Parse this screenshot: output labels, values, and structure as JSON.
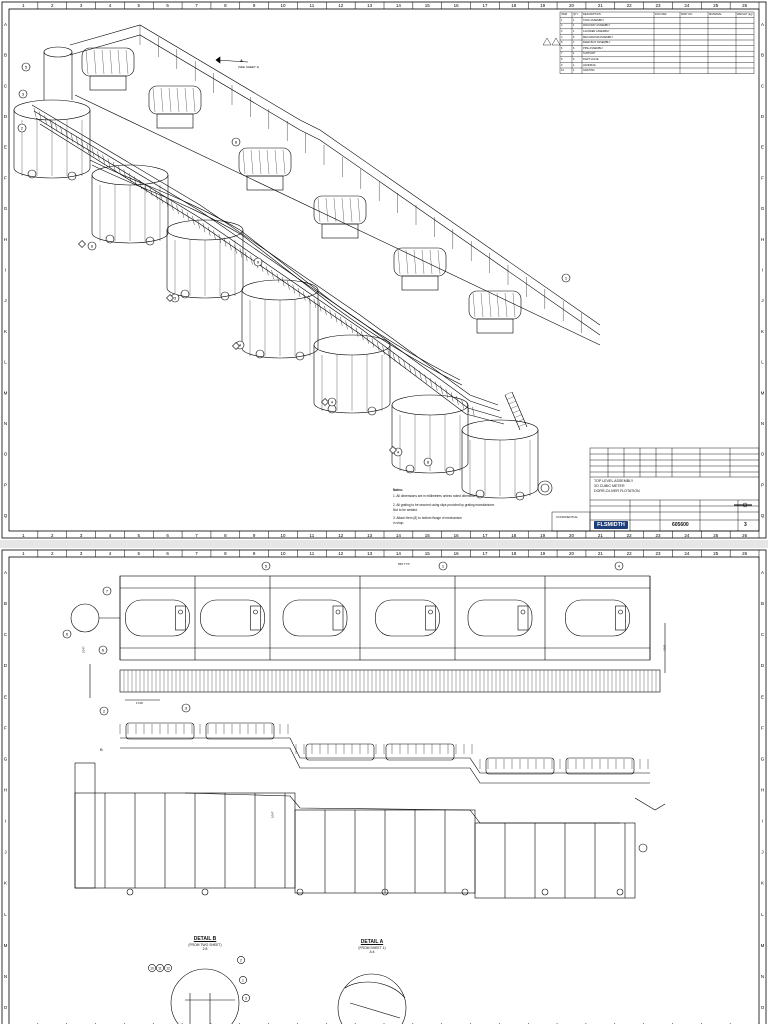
{
  "zones": {
    "columns": [
      "1",
      "2",
      "3",
      "4",
      "5",
      "6",
      "7",
      "8",
      "9",
      "10",
      "11",
      "12",
      "13",
      "14",
      "15",
      "16",
      "17",
      "18",
      "19",
      "20",
      "21",
      "22",
      "23",
      "24",
      "25",
      "26"
    ],
    "rows": [
      "A",
      "B",
      "C",
      "D",
      "E",
      "F",
      "G",
      "H",
      "I",
      "J",
      "K",
      "L",
      "M",
      "N",
      "O",
      "P",
      "Q"
    ]
  },
  "sheet1": {
    "bom_headers": [
      "ITEM",
      "QTY",
      "DESCRIPTION",
      "DOC REF",
      "PART NO.",
      "MATERIAL",
      "WEIGHT (kg)"
    ],
    "bom_rows": [
      [
        "1",
        "1",
        "TANK ASSEMBLY",
        "",
        "",
        "",
        ""
      ],
      [
        "2",
        "1",
        "WALKWAY ASSEMBLY",
        "",
        "",
        "",
        ""
      ],
      [
        "3",
        "1",
        "LAUNDER ASSEMBLY",
        "",
        "",
        "",
        ""
      ],
      [
        "4",
        "6",
        "MECHANISM ASSEMBLY",
        "",
        "",
        "",
        ""
      ],
      [
        "5",
        "1",
        "FEED BOX ASSEMBLY",
        "",
        "",
        "",
        ""
      ],
      [
        "6",
        "6",
        "PIPE ASSEMBLY",
        "",
        "",
        "",
        ""
      ],
      [
        "7",
        "1",
        "SUPPORT",
        "",
        "",
        "",
        ""
      ],
      [
        "8",
        "6",
        "DART VALVE",
        "",
        "",
        "",
        ""
      ],
      [
        "9",
        "1",
        "HANDRAIL",
        "",
        "",
        "",
        ""
      ],
      [
        "10",
        "1",
        "GRATING",
        "",
        "",
        "",
        ""
      ]
    ],
    "section_callout": "(SEE SHEET 2)",
    "section_letter": "A",
    "balloons": [
      "5",
      "3",
      "2",
      "1",
      "4",
      "6",
      "3",
      "4",
      "4",
      "8",
      "8",
      "9",
      "10"
    ],
    "notes_title": "Notes:",
    "notes": [
      "1.   All dimensions are in millimetres unless noted otherwise.",
      "2.   All grating to be secured using clips provided by grating manufacturer.",
      "      Not to be welded.",
      "3.   Attach Item (8) to bottom flange of mechanism",
      "      in shop."
    ],
    "title_block": {
      "title_lines": [
        "TOP LEVEL ASSEMBLY",
        "3O CUBIC METER",
        "DORR-OLIVER FLOTATION"
      ],
      "company": "FLSMIDTH",
      "drawing_number": "605600",
      "sheet": "3",
      "ref_code": "CONFIDENTIAL"
    }
  },
  "sheet2": {
    "dim_labels": [
      "550 TYP",
      "1728",
      "1047",
      "1047",
      "2361"
    ],
    "balloons": [
      "7",
      "6",
      "6",
      "5",
      "1",
      "4",
      "2",
      "3"
    ],
    "section_mark": "B",
    "detail_b": {
      "title": "DETAIL B",
      "sub1": "(FROM TWO SHEET)",
      "sub2": "2:8"
    },
    "detail_a": {
      "title": "DETAIL A",
      "sub1": "(FROM SHEET 1)",
      "sub2": "A:4"
    },
    "detail_balloons": [
      "10",
      "11",
      "12",
      "2",
      "1",
      "3"
    ]
  }
}
